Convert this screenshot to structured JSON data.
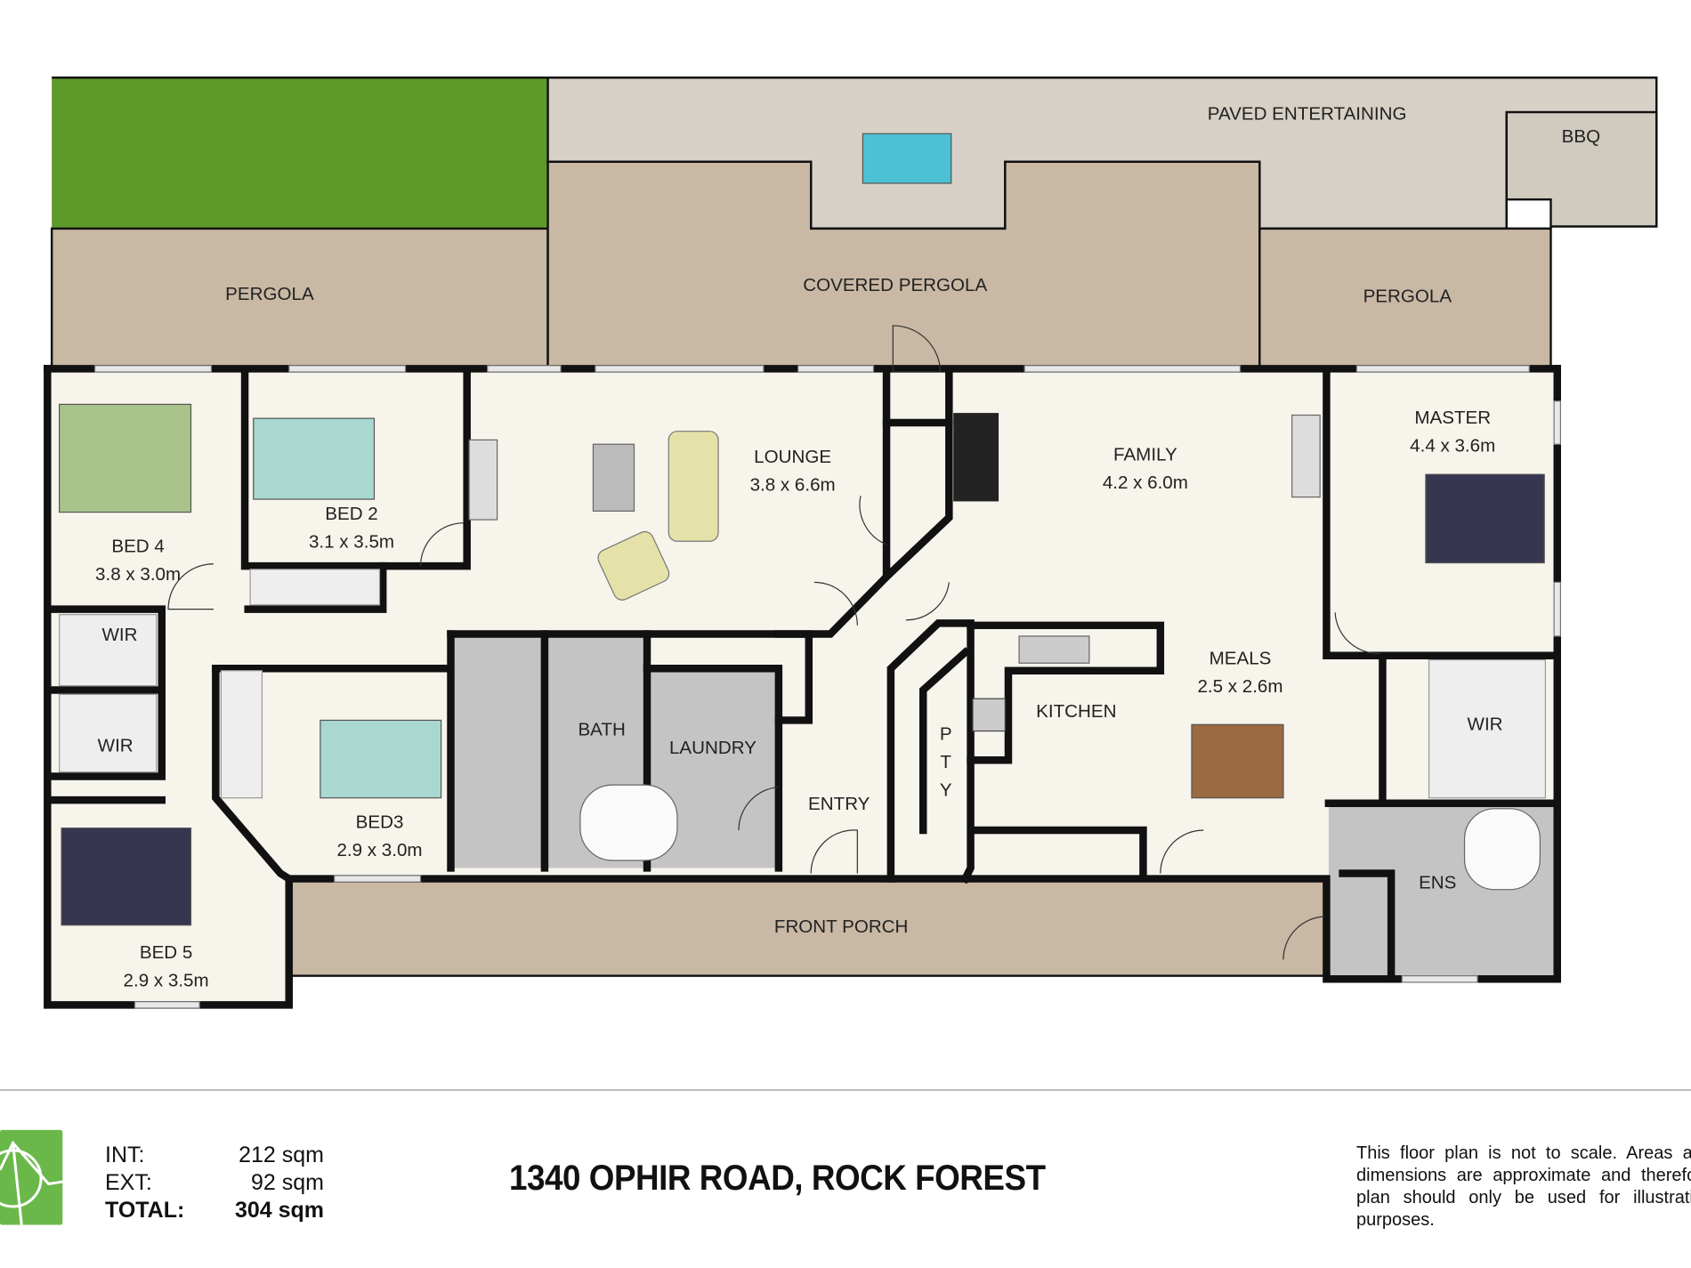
{
  "colors": {
    "grass": "#5e9a2a",
    "paving": "#d6d0c6",
    "decking": "#c8b8a4",
    "interior": "#f7f4ec",
    "wet": "#bdbdbd",
    "pool": "#4cc0d4",
    "logo": "#6ab84a",
    "porch": "#c8b8a4"
  },
  "outdoor": {
    "paved": "PAVED ENTERTAINING",
    "bbq": "BBQ",
    "pergola_left": "PERGOLA",
    "covered_pergola": "COVERED PERGOLA",
    "pergola_right": "PERGOLA",
    "front_porch": "FRONT PORCH"
  },
  "rooms": {
    "bed4": {
      "name": "BED 4",
      "size": "3.8 x 3.0m"
    },
    "bed2": {
      "name": "BED 2",
      "size": "3.1 x 3.5m"
    },
    "lounge": {
      "name": "LOUNGE",
      "size": "3.8 x 6.6m"
    },
    "family": {
      "name": "FAMILY",
      "size": "4.2 x 6.0m"
    },
    "master": {
      "name": "MASTER",
      "size": "4.4 x 3.6m"
    },
    "wir1": "WIR",
    "wir2": "WIR",
    "wir3": "WIR",
    "bed3": {
      "name": "BED3",
      "size": "2.9 x 3.0m"
    },
    "bath": "BATH",
    "laundry": "LAUNDRY",
    "entry": "ENTRY",
    "pty": [
      "P",
      "T",
      "Y"
    ],
    "kitchen": "KITCHEN",
    "meals": {
      "name": "MEALS",
      "size": "2.5 x 2.6m"
    },
    "ens": "ENS",
    "bed5": {
      "name": "BED 5",
      "size": "2.9 x 3.5m"
    }
  },
  "footer": {
    "stats": [
      {
        "label": "INT:",
        "value": "212 sqm"
      },
      {
        "label": "EXT:",
        "value": "92 sqm"
      },
      {
        "label": "TOTAL:",
        "value": "304 sqm"
      }
    ],
    "address": "1340 OPHIR ROAD, ROCK FOREST",
    "disclaimer": "This floor plan is not to scale. Areas and dimensions are approximate and therefore plan should only be used for illustrative purposes."
  }
}
